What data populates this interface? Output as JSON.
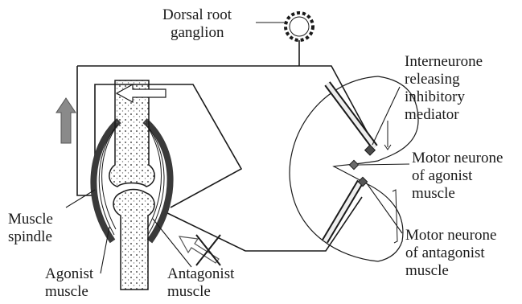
{
  "labels": {
    "dorsal_root_ganglion": [
      "Dorsal root",
      "ganglion"
    ],
    "interneurone": [
      "Interneurone",
      "releasing",
      "inhibitory",
      "mediator"
    ],
    "motor_agonist": [
      "Motor neurone",
      "of agonist",
      "muscle"
    ],
    "motor_antagonist": [
      "Motor neurone",
      "of antagonist",
      "muscle"
    ],
    "muscle_spindle": [
      "Muscle",
      "spindle"
    ],
    "agonist_muscle": [
      "Agonist",
      "muscle"
    ],
    "antagonist_muscle": [
      "Antagonist",
      "muscle"
    ]
  },
  "icons": {
    "ganglion": "ganglion-icon",
    "arrow_up": "arrow-up-icon",
    "arrow_left": "arrow-left-icon",
    "arrow_blocked": "blocked-arrow-icon"
  },
  "colors": {
    "line": "#1a1a1a",
    "arrow_fill_dark": "#8a8a8a",
    "bone_fill": "#f4f4f4",
    "muscle_dark": "#3a3a3a"
  }
}
